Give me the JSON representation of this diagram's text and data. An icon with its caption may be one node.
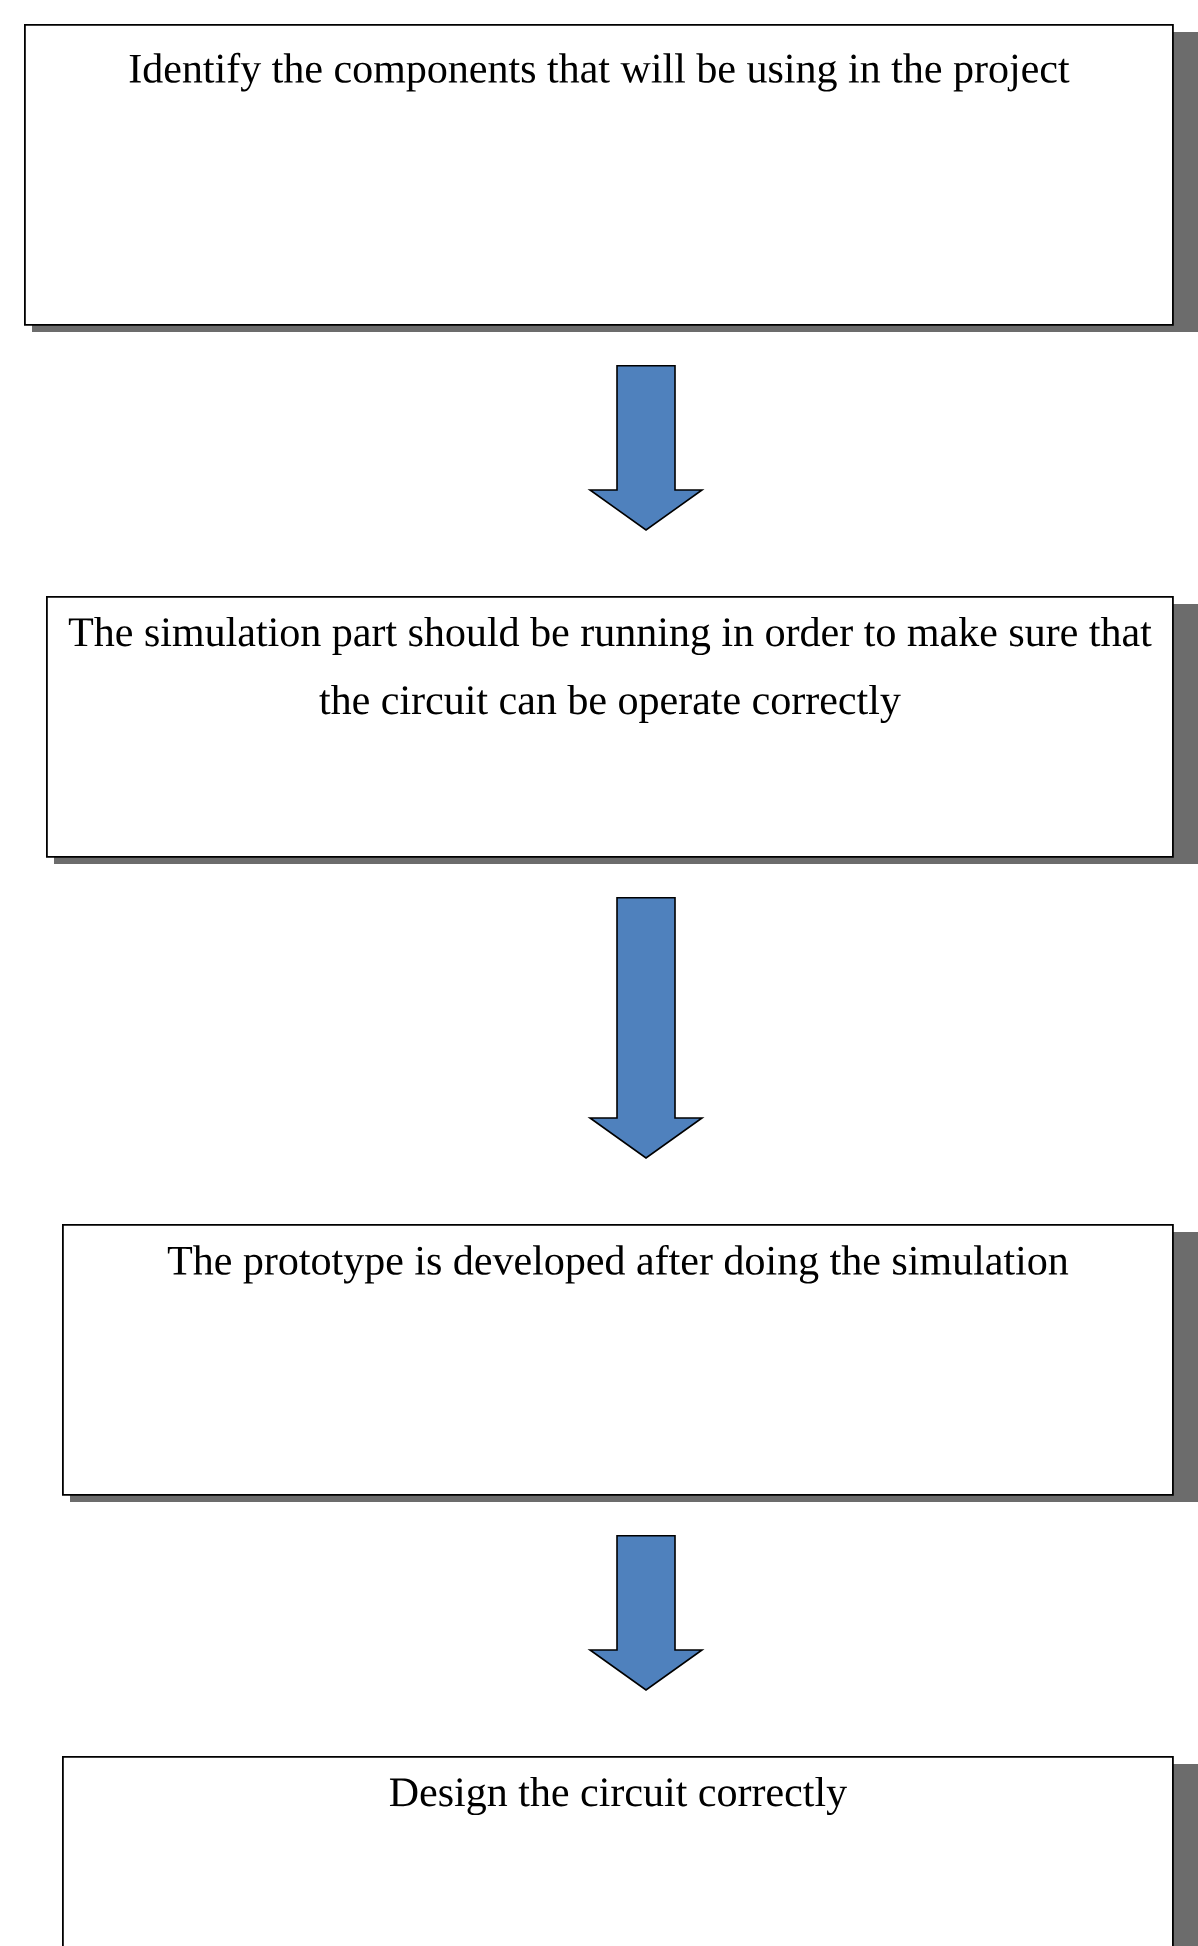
{
  "diagram": {
    "nodes": [
      {
        "text": [
          "Identify the components that will be using in the project"
        ]
      },
      {
        "text": [
          "The simulation part should be running in order to make sure that the circuit can be operate correctly"
        ]
      },
      {
        "text": [
          "The prototype is developed after doing the simulation"
        ]
      },
      {
        "text": [
          "Design the circuit correctly"
        ]
      }
    ],
    "edges": [
      {
        "from": 0,
        "to": 1,
        "arrow": "to"
      },
      {
        "from": 1,
        "to": 2,
        "arrow": "to"
      },
      {
        "from": 2,
        "to": 3,
        "arrow": "to"
      }
    ]
  }
}
